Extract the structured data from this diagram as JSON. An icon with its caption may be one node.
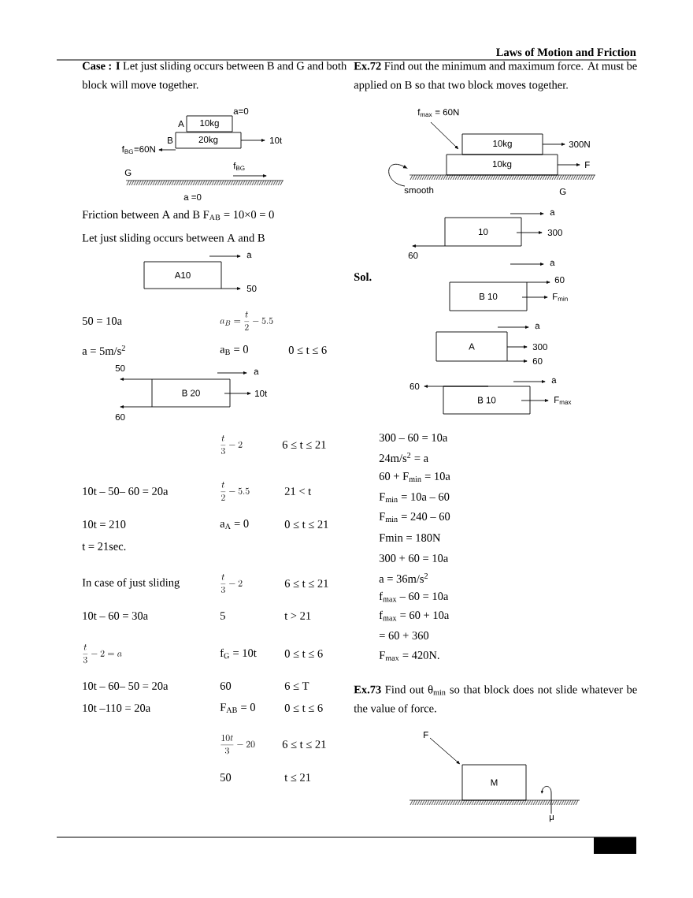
{
  "diagram": {
    "title": "Laws of Motion and Friction",
    "nodes": [
      {
        "text": [
          "10kg"
        ],
        "beside": [
          "A"
        ]
      },
      {
        "text": [
          "20kg"
        ],
        "beside": [
          "B"
        ]
      },
      {
        "text": [
          "A10"
        ]
      },
      {
        "text": [
          "B 20"
        ]
      },
      {
        "text": [
          "10kg"
        ]
      },
      {
        "text": [
          "10kg"
        ]
      },
      {
        "text": [
          "10"
        ]
      },
      {
        "text": [
          "B 10"
        ]
      },
      {
        "text": [
          "A"
        ]
      },
      {
        "text": [
          "B 10"
        ]
      },
      {
        "text": [
          "M"
        ]
      }
    ],
    "labels": [
      "**Case : I** Let just sliding occurs between B and G and both block will move together.",
      "a=0",
      "10t",
      "f$_{BG}$=60N",
      "G",
      "f$_{BG}$",
      "a =0",
      "Friction between A and B F$_{AB}$ = 10×0 = 0",
      "Let just sliding occurs between A and B",
      "a",
      "50",
      "50 = 10a",
      "a_{B} = \\frac{t}{2} - 5.5",
      "a = 5m/s$^{2}$",
      "a$_{B}$ = 0",
      "0 ≤ t ≤ 6",
      "50",
      "a",
      "10t",
      "60",
      "\\frac{t}{3} - 2",
      "6 ≤ t ≤ 21",
      "10t – 50– 60  = 20a",
      "\\frac{t}{2} - 5.5",
      "21 < t",
      "10t = 210",
      "a$_{A}$ = 0",
      "0 ≤ t ≤ 21",
      "t = 21sec.",
      "In case of just sliding",
      "\\frac{t}{3} - 2",
      "6 ≤ t ≤ 21",
      "10t – 60 = 30a",
      "5",
      "t > 21",
      "\\frac{t}{3} - 2 = a",
      "f$_{G}$ = 10t",
      "0 ≤ t ≤ 6",
      "10t – 60– 50 = 20a",
      "60",
      "6 ≤ T",
      "10t –110 = 20a",
      "F$_{AB}$ = 0",
      "0 ≤ t ≤ 6",
      "\\frac{10t}{3} - 20",
      "6 ≤ t ≤ 21",
      "50",
      "t ≤ 21",
      "**Ex.72** Find out the minimum and maximum force. At must be applied on B so that two block moves together.",
      "f$_{max}$ = 60N",
      "300N",
      "F",
      "smooth",
      "G",
      "a",
      "300",
      "60",
      "Sol.",
      "a",
      "60",
      "F$_{min}$",
      "a",
      "300",
      "60",
      "a",
      "60",
      "F$_{max}$",
      "300 – 60 = 10a",
      "24m/s$^{2}$  = a",
      "60 + F$_{min}$ = 10a",
      "F$_{min}$ = 10a – 60",
      "F$_{min}$ = 240 – 60",
      "Fmin = 180N",
      "300 + 60 = 10a",
      "a = 36m/s$^{2}$",
      "f$_{max}$  – 60 = 10a",
      "f$_{max}$ = 60 + 10a",
      "= 60 + 360",
      "F$_{max}$ = 420N.",
      "**Ex.73** Find out θ$_{min}$ so that block does not slide whatever be the value of force.",
      "F",
      "μ"
    ]
  }
}
